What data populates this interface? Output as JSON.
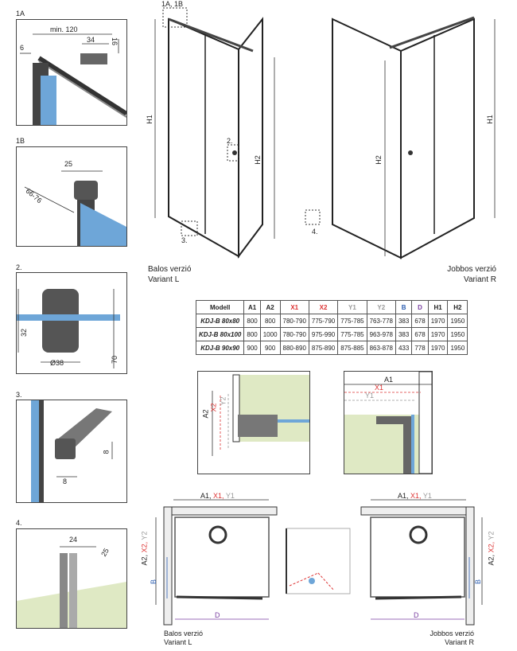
{
  "details": {
    "d1a": {
      "label": "1A",
      "min": "min. 120",
      "v1": "34",
      "v2": "16",
      "v3": "6"
    },
    "d1b": {
      "label": "1B",
      "v1": "25",
      "v2": "66-76"
    },
    "d2": {
      "label": "2.",
      "v1": "32",
      "v2": "70",
      "v3": "Ø38"
    },
    "d3": {
      "label": "3.",
      "v1": "8",
      "v2": "8"
    },
    "d4": {
      "label": "4.",
      "v1": "24",
      "v2": "25"
    }
  },
  "main": {
    "callout_1a1b": "1A, 1B",
    "callout_2": "2.",
    "callout_3": "3.",
    "callout_4": "4.",
    "h1": "H1",
    "h2": "H2",
    "left_caption_1": "Balos verzió",
    "left_caption_2": "Variant L",
    "right_caption_1": "Jobbos verzió",
    "right_caption_2": "Variant R"
  },
  "table": {
    "headers": [
      "Modell",
      "A1",
      "A2",
      "X1",
      "X2",
      "Y1",
      "Y2",
      "B",
      "D",
      "H1",
      "H2"
    ],
    "rows": [
      [
        "KDJ-B 80x80",
        "800",
        "800",
        "780-790",
        "775-790",
        "775-785",
        "763-778",
        "383",
        "678",
        "1970",
        "1950"
      ],
      [
        "KDJ-B 80x100",
        "800",
        "1000",
        "780-790",
        "975-990",
        "775-785",
        "963-978",
        "383",
        "678",
        "1970",
        "1950"
      ],
      [
        "KDJ-B 90x90",
        "900",
        "900",
        "880-890",
        "875-890",
        "875-885",
        "863-878",
        "433",
        "778",
        "1970",
        "1950"
      ]
    ]
  },
  "sections": {
    "a2": "A2",
    "x2": "X2",
    "y2": "Y2",
    "a1": "A1",
    "x1": "X1",
    "y1": "Y1"
  },
  "plans": {
    "top_a1": "A1,",
    "top_x1": "X1,",
    "top_y1": "Y1",
    "side_a2": "A2,",
    "side_x2": "X2,",
    "side_y2": "Y2",
    "b": "B",
    "d": "D",
    "left_caption_1": "Balos verzió",
    "left_caption_2": "Variant L",
    "right_caption_1": "Jobbos verzió",
    "right_caption_2": "Variant R"
  },
  "colors": {
    "red": "#d33333",
    "blue": "#2a5db0",
    "purple": "#7a3fa0",
    "glass": "#6ea6d8",
    "wall": "#dfe9c4"
  }
}
